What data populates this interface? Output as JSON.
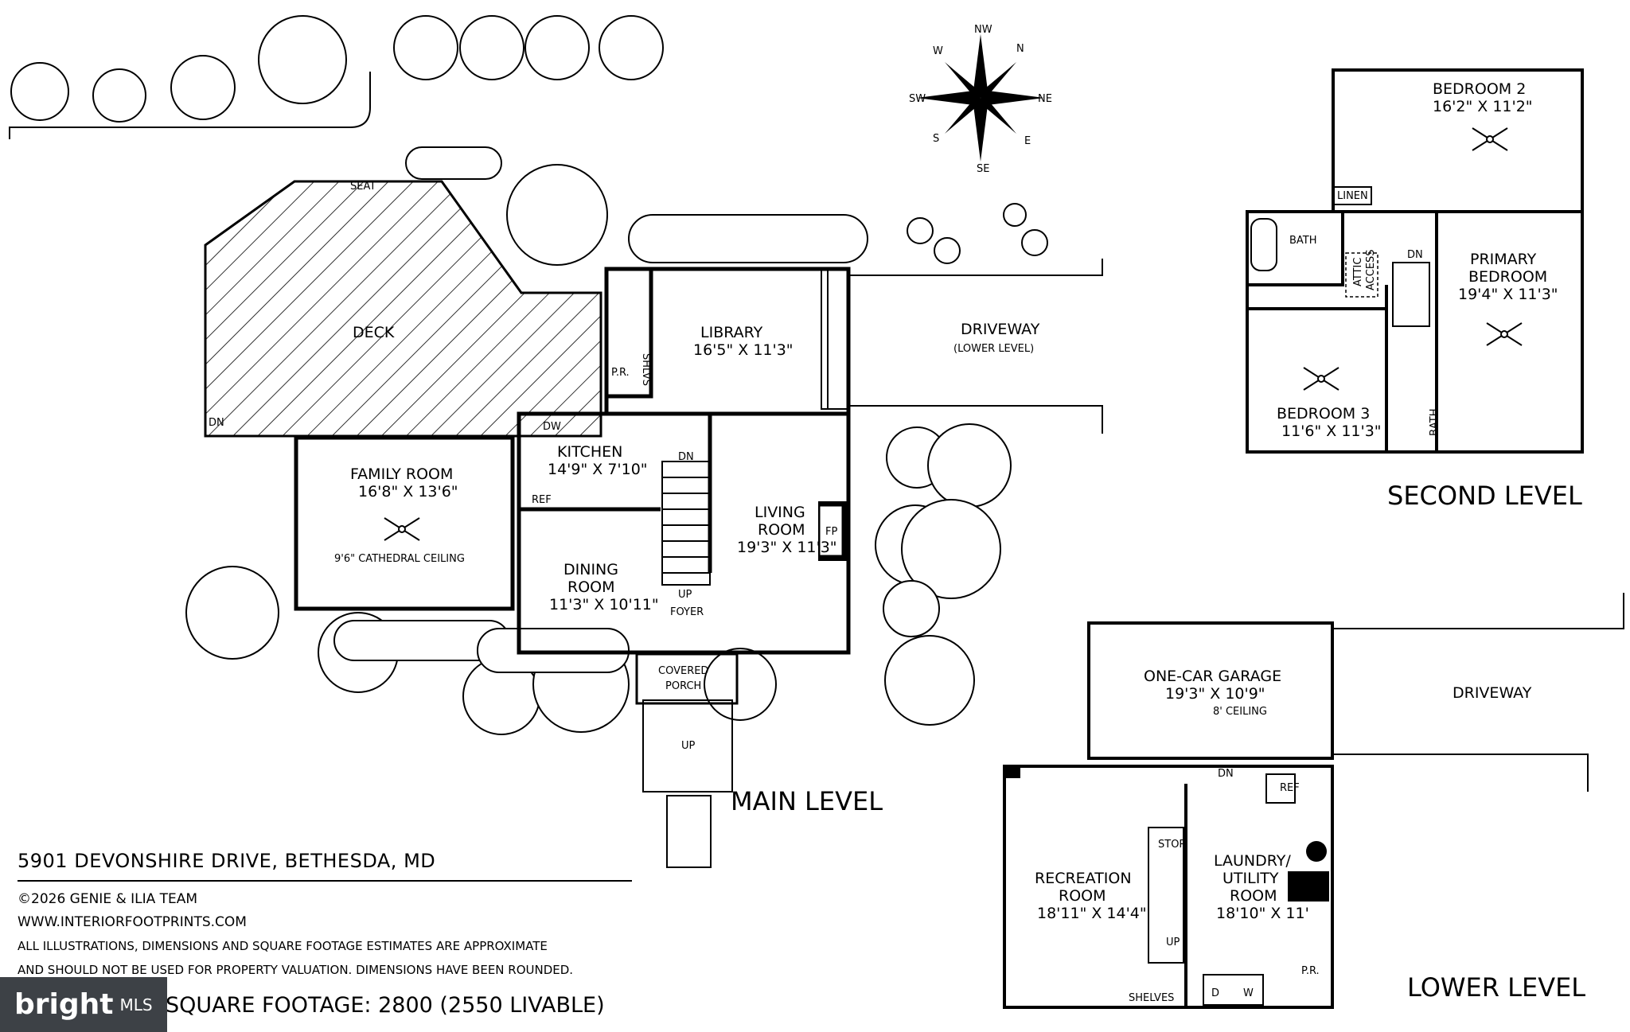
{
  "address": "5901 DEVONSHIRE DRIVE, BETHESDA, MD",
  "copyright": "©2026 GENIE & ILIA TEAM",
  "website": "WWW.INTERIORFOOTPRINTS.COM",
  "disclaimer_1": "ALL ILLUSTRATIONS, DIMENSIONS AND SQUARE FOOTAGE ESTIMATES ARE APPROXIMATE",
  "disclaimer_2": "AND  SHOULD NOT BE USED FOR PROPERTY VALUATION. DIMENSIONS HAVE BEEN ROUNDED.",
  "square_footage": "SQUARE FOOTAGE: 2800 (2550 LIVABLE)",
  "watermark": {
    "brand": "bright",
    "suffix": "MLS"
  },
  "compass": [
    "NW",
    "N",
    "NE",
    "E",
    "SE",
    "S",
    "SW",
    "W"
  ],
  "levels": {
    "main": "MAIN LEVEL",
    "second": "SECOND LEVEL",
    "lower": "LOWER LEVEL"
  },
  "main_level": {
    "deck": "DECK",
    "seat": "SEAT",
    "library": {
      "name": "LIBRARY",
      "dims": "16'5\" X 11'3\""
    },
    "driveway": "DRIVEWAY",
    "driveway_note": "(LOWER LEVEL)",
    "shelves": "SHLVS",
    "powder_room": "P.R.",
    "dishwasher": "DW",
    "kitchen": {
      "name": "KITCHEN",
      "dims": "14'9\" X 7'10\""
    },
    "family_room": {
      "name": "FAMILY ROOM",
      "dims": "16'8\" X 13'6\"",
      "note": "9'6\" CATHEDRAL CEILING"
    },
    "ref": "REF",
    "dining_room": {
      "name_1": "DINING",
      "name_2": "ROOM",
      "dims": "11'3\" X 10'11\""
    },
    "living_room": {
      "name_1": "LIVING",
      "name_2": "ROOM",
      "dims": "19'3\" X 11'3\""
    },
    "fireplace": "FP",
    "foyer": "FOYER",
    "porch_1": "COVERED",
    "porch_2": "PORCH",
    "up": "UP",
    "dn": "DN"
  },
  "second_level": {
    "bedroom2": {
      "name": "BEDROOM 2",
      "dims": "16'2\" X 11'2\""
    },
    "linen": "LINEN",
    "bath": "BATH",
    "attic_1": "ATTIC",
    "attic_2": "ACCESS",
    "primary": {
      "name_1": "PRIMARY",
      "name_2": "BEDROOM",
      "dims": "19'4\" X 11'3\""
    },
    "bedroom3": {
      "name": "BEDROOM 3",
      "dims": "11'6\" X 11'3\""
    },
    "dn": "DN"
  },
  "lower_level": {
    "garage": {
      "name": "ONE-CAR GARAGE",
      "dims": "19'3\" X 10'9\"",
      "note": "8' CEILING"
    },
    "driveway": "DRIVEWAY",
    "ref": "REF",
    "stor": "STOR",
    "recreation": {
      "name_1": "RECREATION",
      "name_2": "ROOM",
      "dims": "18'11\" X 14'4\""
    },
    "laundry": {
      "name_1": "LAUNDRY/",
      "name_2": "UTILITY",
      "name_3": "ROOM",
      "dims": "18'10\" X 11'"
    },
    "shelves": "SHELVES",
    "d": "D",
    "w": "W",
    "powder_room": "P.R.",
    "up": "UP",
    "dn": "DN"
  }
}
